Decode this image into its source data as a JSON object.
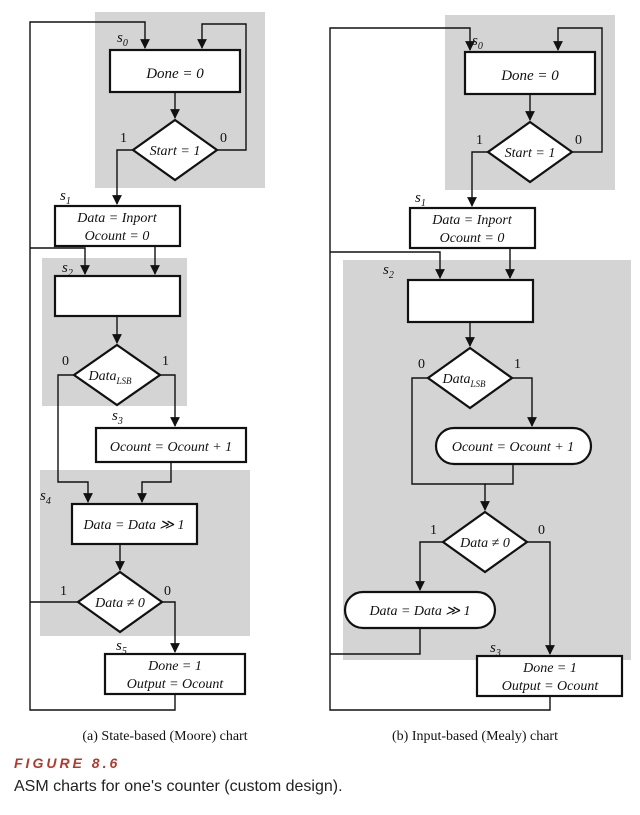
{
  "chart_a": {
    "caption": "(a) State-based (Moore) chart",
    "states": [
      "s0",
      "s1",
      "s2",
      "s3",
      "s4",
      "s5"
    ],
    "box_done0": "Done = 0",
    "dec_start": "Start = 1",
    "box_data_inport": "Data = Inport",
    "box_ocount0": "Ocount = 0",
    "dec_data_lsb_main": "Data",
    "dec_data_lsb_sub": "LSB",
    "box_ocount_inc": "Ocount = Ocount + 1",
    "box_shift": "Data = Data ≫ 1",
    "dec_data_ne0": "Data ≠ 0",
    "box_done1": "Done = 1",
    "box_output": "Output = Ocount",
    "label_1": "1",
    "label_0": "0"
  },
  "chart_b": {
    "caption": "(b) Input-based (Mealy) chart",
    "states": [
      "s0",
      "s1",
      "s2",
      "s3"
    ],
    "box_done0": "Done = 0",
    "dec_start": "Start = 1",
    "box_data_inport": "Data = Inport",
    "box_ocount0": "Ocount = 0",
    "dec_data_lsb_main": "Data",
    "dec_data_lsb_sub": "LSB",
    "box_ocount_inc": "Ocount = Ocount + 1",
    "dec_data_ne0": "Data ≠ 0",
    "box_shift": "Data = Data ≫ 1",
    "box_done1": "Done = 1",
    "box_output": "Output = Ocount",
    "label_1": "1",
    "label_0": "0"
  },
  "figure_label": "FIGURE 8.6",
  "figure_caption": "ASM charts for one's counter (custom design)."
}
